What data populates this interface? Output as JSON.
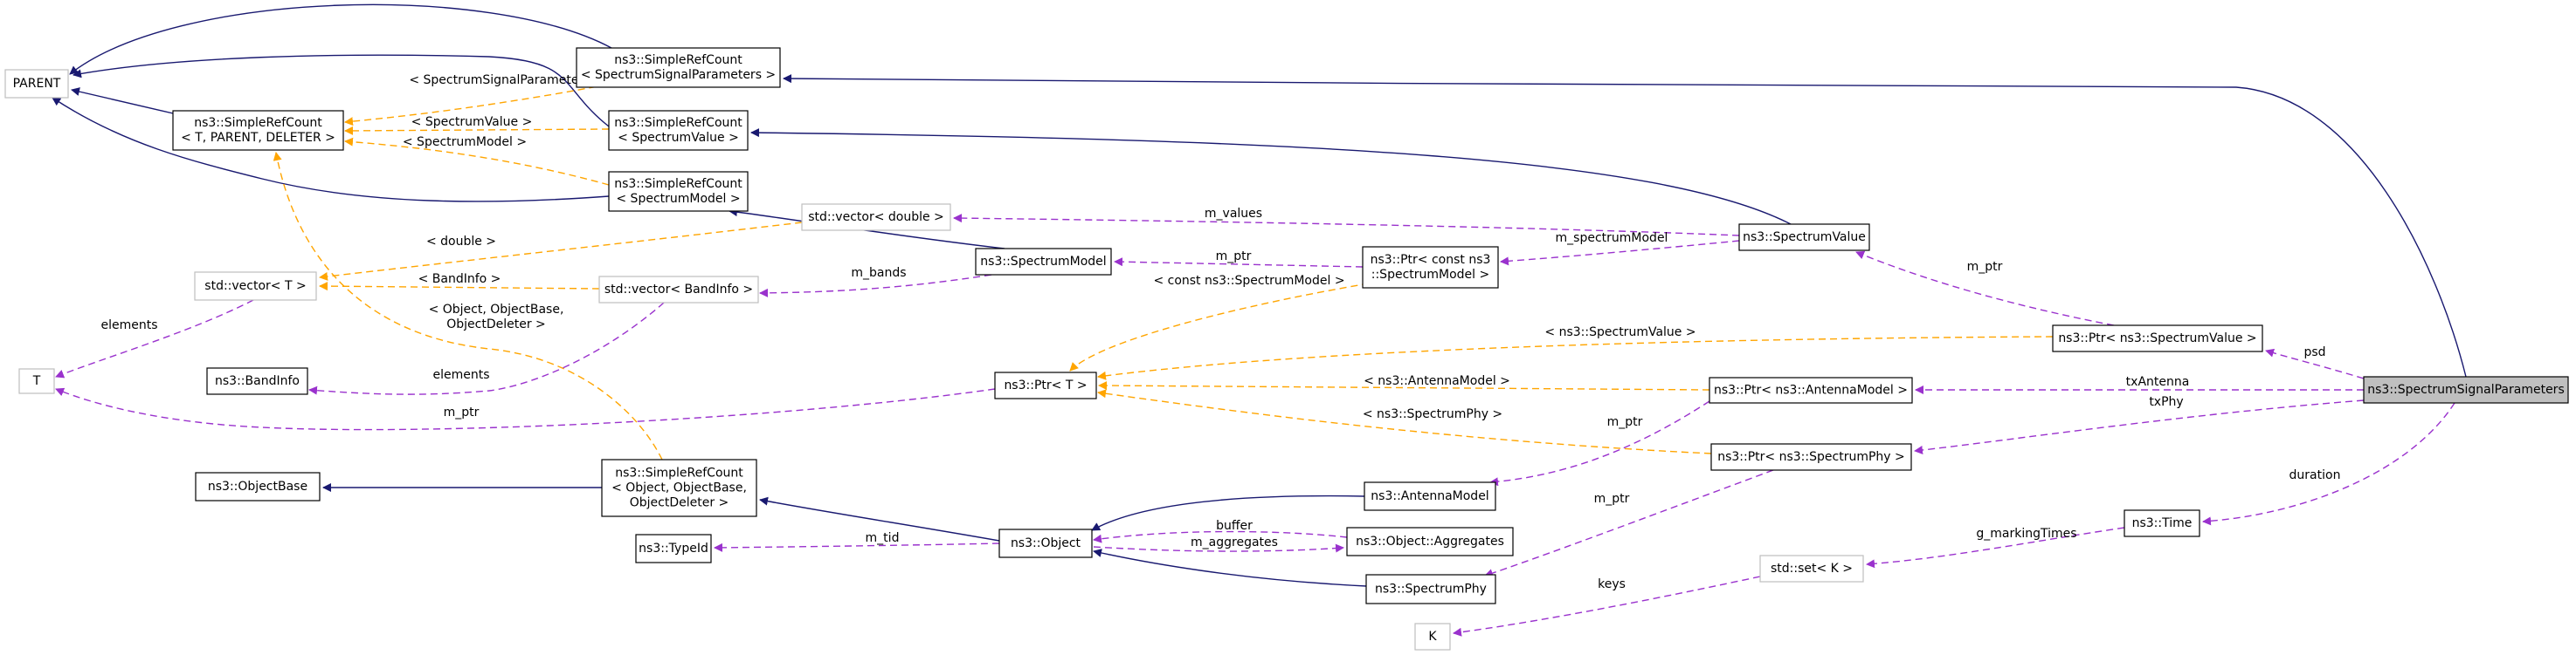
{
  "diagram": {
    "nodes": [
      {
        "id": "parent",
        "lines": [
          "PARENT"
        ],
        "style": "ext"
      },
      {
        "id": "t",
        "lines": [
          "T"
        ],
        "style": "ext"
      },
      {
        "id": "k",
        "lines": [
          "K"
        ],
        "style": "ext"
      },
      {
        "id": "vec_t",
        "lines": [
          "std::vector< T >"
        ],
        "style": "ext"
      },
      {
        "id": "vec_double",
        "lines": [
          "std::vector< double >"
        ],
        "style": "ext"
      },
      {
        "id": "vec_bandinfo",
        "lines": [
          "std::vector< BandInfo >"
        ],
        "style": "ext"
      },
      {
        "id": "set_k",
        "lines": [
          "std::set< K >"
        ],
        "style": "ext"
      },
      {
        "id": "src_tpd",
        "lines": [
          "ns3::SimpleRefCount",
          "< T, PARENT, DELETER >"
        ],
        "style": "normal"
      },
      {
        "id": "src_ssp",
        "lines": [
          "ns3::SimpleRefCount",
          "< SpectrumSignalParameters >"
        ],
        "style": "normal"
      },
      {
        "id": "src_sv",
        "lines": [
          "ns3::SimpleRefCount",
          "< SpectrumValue >"
        ],
        "style": "normal"
      },
      {
        "id": "src_sm",
        "lines": [
          "ns3::SimpleRefCount",
          "< SpectrumModel >"
        ],
        "style": "normal"
      },
      {
        "id": "src_obj",
        "lines": [
          "ns3::SimpleRefCount",
          "< Object, ObjectBase,",
          "ObjectDeleter >"
        ],
        "style": "normal"
      },
      {
        "id": "bandinfo",
        "lines": [
          "ns3::BandInfo"
        ],
        "style": "normal"
      },
      {
        "id": "objectbase",
        "lines": [
          "ns3::ObjectBase"
        ],
        "style": "normal"
      },
      {
        "id": "typeid",
        "lines": [
          "ns3::TypeId"
        ],
        "style": "normal"
      },
      {
        "id": "spectrummodel",
        "lines": [
          "ns3::SpectrumModel"
        ],
        "style": "normal"
      },
      {
        "id": "ptr_t",
        "lines": [
          "ns3::Ptr< T >"
        ],
        "style": "normal"
      },
      {
        "id": "object",
        "lines": [
          "ns3::Object"
        ],
        "style": "normal"
      },
      {
        "id": "ptr_csm",
        "lines": [
          "ns3::Ptr< const ns3",
          "::SpectrumModel >"
        ],
        "style": "normal"
      },
      {
        "id": "antennamodel",
        "lines": [
          "ns3::AntennaModel"
        ],
        "style": "normal"
      },
      {
        "id": "aggregates",
        "lines": [
          "ns3::Object::Aggregates"
        ],
        "style": "normal"
      },
      {
        "id": "spectrumphy",
        "lines": [
          "ns3::SpectrumPhy"
        ],
        "style": "normal"
      },
      {
        "id": "spectrumvalue",
        "lines": [
          "ns3::SpectrumValue"
        ],
        "style": "normal"
      },
      {
        "id": "ptr_am",
        "lines": [
          "ns3::Ptr< ns3::AntennaModel >"
        ],
        "style": "normal"
      },
      {
        "id": "ptr_sp",
        "lines": [
          "ns3::Ptr< ns3::SpectrumPhy >"
        ],
        "style": "normal"
      },
      {
        "id": "ptr_sv",
        "lines": [
          "ns3::Ptr< ns3::SpectrumValue >"
        ],
        "style": "normal"
      },
      {
        "id": "time",
        "lines": [
          "ns3::Time"
        ],
        "style": "normal"
      },
      {
        "id": "ssp",
        "lines": [
          "ns3::SpectrumSignalParameters"
        ],
        "style": "focus"
      }
    ],
    "edges": [
      {
        "id": "e-src_tpd-parent",
        "kind": "inherit",
        "label": ""
      },
      {
        "id": "e-src_ssp-parent",
        "kind": "inherit",
        "label": ""
      },
      {
        "id": "e-src_sv-parent",
        "kind": "inherit",
        "label": ""
      },
      {
        "id": "e-src_sm-parent",
        "kind": "inherit",
        "label": ""
      },
      {
        "id": "e-ssp-src_ssp",
        "kind": "inherit",
        "label": ""
      },
      {
        "id": "e-sv-src_sv",
        "kind": "inherit",
        "label": ""
      },
      {
        "id": "e-sm-src_sm",
        "kind": "inherit",
        "label": ""
      },
      {
        "id": "e-src_obj-objectbase",
        "kind": "inherit",
        "label": ""
      },
      {
        "id": "e-object-src_obj",
        "kind": "inherit",
        "label": ""
      },
      {
        "id": "e-am-object",
        "kind": "inherit",
        "label": ""
      },
      {
        "id": "e-sp-object",
        "kind": "inherit",
        "label": ""
      },
      {
        "id": "e-ssp-src_tpd",
        "kind": "template",
        "label": "< SpectrumSignalParameters >"
      },
      {
        "id": "e-sv-src_tpd",
        "kind": "template",
        "label": "< SpectrumValue >"
      },
      {
        "id": "e-sm-src_tpd",
        "kind": "template",
        "label": "< SpectrumModel >"
      },
      {
        "id": "e-obj-src_tpd",
        "kind": "template",
        "label": "< Object, ObjectBase,\nObjectDeleter >"
      },
      {
        "id": "e-vecdouble-vect",
        "kind": "template",
        "label": "< double >"
      },
      {
        "id": "e-vecband-vect",
        "kind": "template",
        "label": "< BandInfo >"
      },
      {
        "id": "e-ptrcsm-ptrt",
        "kind": "template",
        "label": "< const ns3::SpectrumModel >"
      },
      {
        "id": "e-ptrsv-ptrt",
        "kind": "template",
        "label": "< ns3::SpectrumValue >"
      },
      {
        "id": "e-ptram-ptrt",
        "kind": "template",
        "label": "< ns3::AntennaModel >"
      },
      {
        "id": "e-ptrsp-ptrt",
        "kind": "template",
        "label": "< ns3::SpectrumPhy >"
      },
      {
        "id": "e-vect-t",
        "kind": "usage",
        "label": "elements"
      },
      {
        "id": "e-ptrt-t",
        "kind": "usage",
        "label": "m_ptr"
      },
      {
        "id": "e-vecband-bandinfo",
        "kind": "usage",
        "label": "elements"
      },
      {
        "id": "e-sm-vecband",
        "kind": "usage",
        "label": "m_bands"
      },
      {
        "id": "e-sv-vecdouble",
        "kind": "usage",
        "label": "m_values"
      },
      {
        "id": "e-sv-ptrcsm",
        "kind": "usage",
        "label": "m_spectrumModel"
      },
      {
        "id": "e-ptrcsm-sm",
        "kind": "usage",
        "label": "m_ptr"
      },
      {
        "id": "e-ptrsv-sv",
        "kind": "usage",
        "label": "m_ptr"
      },
      {
        "id": "e-ptram-am",
        "kind": "usage",
        "label": "m_ptr"
      },
      {
        "id": "e-ptrsp-sp",
        "kind": "usage",
        "label": "m_ptr"
      },
      {
        "id": "e-object-typeid",
        "kind": "usage",
        "label": "m_tid"
      },
      {
        "id": "e-agg-object",
        "kind": "usage",
        "label": "buffer"
      },
      {
        "id": "e-object-agg",
        "kind": "usage",
        "label": "m_aggregates"
      },
      {
        "id": "e-setk-k",
        "kind": "usage",
        "label": "keys"
      },
      {
        "id": "e-time-setk",
        "kind": "usage",
        "label": "g_markingTimes"
      },
      {
        "id": "e-ssp-ptrsv",
        "kind": "usage",
        "label": "psd"
      },
      {
        "id": "e-ssp-ptram",
        "kind": "usage",
        "label": "txAntenna"
      },
      {
        "id": "e-ssp-ptrsp",
        "kind": "usage",
        "label": "txPhy"
      },
      {
        "id": "e-ssp-time",
        "kind": "usage",
        "label": "duration"
      }
    ],
    "colors": {
      "inherit": "#191970",
      "usage": "#9a32cd",
      "template": "#ffa500",
      "node_border": "#000000",
      "external_border": "#bfbfbf",
      "focus_fill": "#bfbfbf"
    }
  }
}
